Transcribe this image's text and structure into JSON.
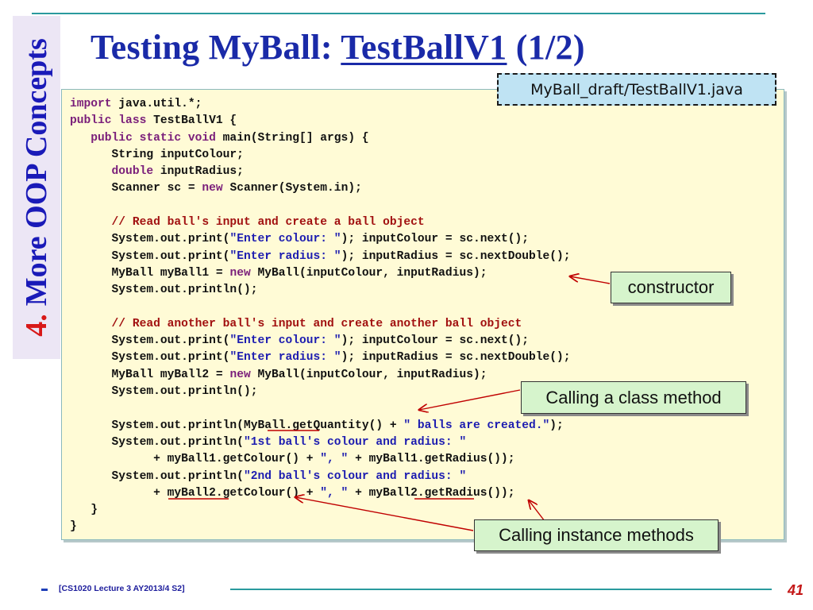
{
  "slide": {
    "title_prefix": "Testing MyBall: ",
    "title_link": "TestBallV1",
    "title_suffix": " (1/2)",
    "side_number": "4.",
    "side_text": "More OOP Concepts",
    "file_label": "MyBall_draft/TestBallV1.java",
    "footer": "[CS1020 Lecture 3 AY2013/4 S2]",
    "page_number": "41"
  },
  "annotations": {
    "constructor": "constructor",
    "class_method": "Calling a class method",
    "instance_methods": "Calling instance methods"
  },
  "code_lines": [
    [
      {
        "t": "import",
        "c": "kw"
      },
      {
        "t": " java.util.*;"
      }
    ],
    [
      {
        "t": "public lass",
        "c": "kw"
      },
      {
        "t": " TestBallV1 {"
      }
    ],
    [
      {
        "t": "   "
      },
      {
        "t": "public static void",
        "c": "kw"
      },
      {
        "t": " main(String[] args) {"
      }
    ],
    [
      {
        "t": "      String inputColour;"
      }
    ],
    [
      {
        "t": "      "
      },
      {
        "t": "double",
        "c": "kw"
      },
      {
        "t": " inputRadius;"
      }
    ],
    [
      {
        "t": "      Scanner sc = "
      },
      {
        "t": "new",
        "c": "kw"
      },
      {
        "t": " Scanner(System.in);"
      }
    ],
    [
      {
        "t": ""
      }
    ],
    [
      {
        "t": "      "
      },
      {
        "t": "// Read ball's input and create a ball object",
        "c": "cm"
      }
    ],
    [
      {
        "t": "      System.out.print("
      },
      {
        "t": "\"Enter colour: \"",
        "c": "str"
      },
      {
        "t": "); inputColour = sc.next();"
      }
    ],
    [
      {
        "t": "      System.out.print("
      },
      {
        "t": "\"Enter radius: \"",
        "c": "str"
      },
      {
        "t": "); inputRadius = sc.nextDouble();"
      }
    ],
    [
      {
        "t": "      MyBall myBall1 = "
      },
      {
        "t": "new",
        "c": "kw"
      },
      {
        "t": " MyBall(inputColour, inputRadius);"
      }
    ],
    [
      {
        "t": "      System.out.println();"
      }
    ],
    [
      {
        "t": ""
      }
    ],
    [
      {
        "t": "      "
      },
      {
        "t": "// Read another ball's input and create another ball object",
        "c": "cm"
      }
    ],
    [
      {
        "t": "      System.out.print("
      },
      {
        "t": "\"Enter colour: \"",
        "c": "str"
      },
      {
        "t": "); inputColour = sc.next();"
      }
    ],
    [
      {
        "t": "      System.out.print("
      },
      {
        "t": "\"Enter radius: \"",
        "c": "str"
      },
      {
        "t": "); inputRadius = sc.nextDouble();"
      }
    ],
    [
      {
        "t": "      MyBall myBall2 = "
      },
      {
        "t": "new",
        "c": "kw"
      },
      {
        "t": " MyBall(inputColour, inputRadius);"
      }
    ],
    [
      {
        "t": "      System.out.println();"
      }
    ],
    [
      {
        "t": ""
      }
    ],
    [
      {
        "t": "      System.out.println(MyBall.getQuantity() + "
      },
      {
        "t": "\" balls are created.\"",
        "c": "str"
      },
      {
        "t": ");"
      }
    ],
    [
      {
        "t": "      System.out.println("
      },
      {
        "t": "\"1st ball's colour and radius: \"",
        "c": "str"
      }
    ],
    [
      {
        "t": "            + myBall1.getColour() + "
      },
      {
        "t": "\", \"",
        "c": "str"
      },
      {
        "t": " + myBall1.getRadius());"
      }
    ],
    [
      {
        "t": "      System.out.println("
      },
      {
        "t": "\"2nd ball's colour and radius: \"",
        "c": "str"
      }
    ],
    [
      {
        "t": "            + myBall2.getColour() + "
      },
      {
        "t": "\", \"",
        "c": "str"
      },
      {
        "t": " + myBall2.getRadius());"
      }
    ],
    [
      {
        "t": "   }"
      }
    ],
    [
      {
        "t": "}"
      }
    ]
  ],
  "colors": {
    "title": "#1a2aa8",
    "side_number": "#d81818",
    "keyword": "#7a1e7a",
    "comment": "#a11010",
    "string": "#1c1cb0",
    "code_background": "#fffbd6",
    "annotation_background": "#d6f4cc",
    "file_label_background": "#bfe3f3",
    "arrow": "#c00000"
  }
}
